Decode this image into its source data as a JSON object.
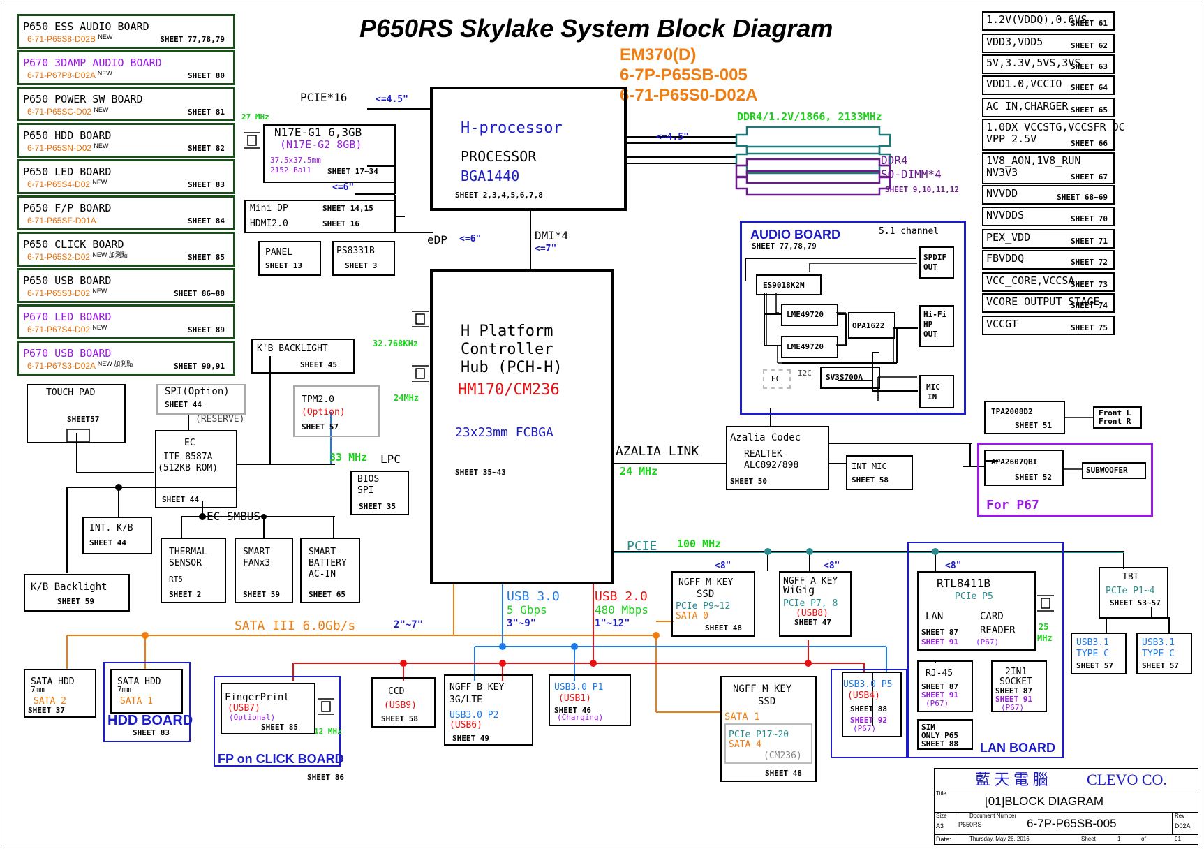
{
  "title": "P650RS Skylake System Block Diagram",
  "model_block": {
    "line1": "EM370(D)",
    "line2": "6-7P-P65SB-005",
    "line3": "6-71-P65S0-D02A"
  },
  "boards": [
    {
      "name": "P650 ESS AUDIO BOARD",
      "code": "6-71-P65S8-D02B",
      "tag": "NEW",
      "sheet": "SHEET 77,78,79",
      "purple": false
    },
    {
      "name": "P670 3DAMP AUDIO BOARD",
      "code": "6-71-P67P8-D02A",
      "tag": "NEW",
      "sheet": "SHEET 80",
      "purple": true
    },
    {
      "name": "P650 POWER SW BOARD",
      "code": "6-71-P65SC-D02",
      "tag": "NEW",
      "sheet": "SHEET 81",
      "purple": false
    },
    {
      "name": "P650 HDD BOARD",
      "code": "6-71-P65SN-D02",
      "tag": "NEW",
      "sheet": "SHEET 82",
      "purple": false
    },
    {
      "name": "P650 LED BOARD",
      "code": "6-71-P65S4-D02",
      "tag": "NEW",
      "sheet": "SHEET 83",
      "purple": false
    },
    {
      "name": "P650 F/P BOARD",
      "code": "6-71-P65SF-D01A",
      "tag": "",
      "sheet": "SHEET 84",
      "purple": false
    },
    {
      "name": "P650 CLICK BOARD",
      "code": "6-71-P65S2-D02",
      "tag": "NEW 加測點",
      "sheet": "SHEET 85",
      "purple": false
    },
    {
      "name": "P650 USB BOARD",
      "code": "6-71-P65S3-D02",
      "tag": "NEW",
      "sheet": "SHEET 86~88",
      "purple": false
    },
    {
      "name": "P670 LED BOARD",
      "code": "6-71-P67S4-D02",
      "tag": "NEW",
      "sheet": "SHEET 89",
      "purple": true
    },
    {
      "name": "P670 USB BOARD",
      "code": "6-71-P67S3-D02A",
      "tag": "NEW 加測點",
      "sheet": "SHEET 90,91",
      "purple": true
    }
  ],
  "power_sheets": [
    {
      "name": "1.2V(VDDQ),0.6VS",
      "sheet": "SHEET 61"
    },
    {
      "name": "VDD3,VDD5",
      "sheet": "SHEET 62"
    },
    {
      "name": "5V,3.3V,5VS,3VS",
      "sheet": "SHEET 63"
    },
    {
      "name": "VDD1.0,VCCIO",
      "sheet": "SHEET 64"
    },
    {
      "name": "AC_IN,CHARGER",
      "sheet": "SHEET 65"
    },
    {
      "name": "1.0DX_VCCSTG,VCCSFR_OC\nVPP 2.5V",
      "sheet": "SHEET 66"
    },
    {
      "name": "1V8_AON,1V8_RUN\nNV3V3",
      "sheet": "SHEET 67"
    },
    {
      "name": "NVVDD",
      "sheet": "SHEET 68~69"
    },
    {
      "name": "NVVDDS",
      "sheet": "SHEET 70"
    },
    {
      "name": "PEX_VDD",
      "sheet": "SHEET 71"
    },
    {
      "name": "FBVDDQ",
      "sheet": "SHEET 72"
    },
    {
      "name": "VCC_CORE,VCCSA",
      "sheet": "SHEET 73"
    },
    {
      "name": "VCORE OUTPUT STAGE",
      "sheet": "SHEET 74"
    },
    {
      "name": "VCCGT",
      "sheet": "SHEET 75"
    }
  ],
  "cpu": {
    "l1": "H-processor",
    "l2": "PROCESSOR",
    "l3": "BGA1440",
    "sheet": "SHEET 2,3,4,5,6,7,8"
  },
  "pch": {
    "l1": "H Platform",
    "l2": "Controller",
    "l3": "Hub (PCH-H)",
    "l4": "HM170/CM236",
    "l5": "23x23mm FCBGA",
    "sheet": "SHEET 35~43"
  },
  "gpu": {
    "l1": "N17E-G1 6,3GB",
    "l2": "(N17E-G2 8GB)",
    "l3": "37.5x37.5mm",
    "l4": "2152 Ball",
    "sheet": "SHEET 17~34",
    "clk": "27 MHz"
  },
  "labels": {
    "pcie16": "PCIE*16",
    "pcie16_len": "<=4.5\"",
    "ddr_len": "<=4.5\"",
    "ddr_spec": "DDR4/1.2V/1866, 2133MHz",
    "ddr_l1": "DDR4",
    "ddr_l2": "SO-DIMM*4",
    "ddr_sheet": "SHEET 9,10,11,12",
    "edp": "eDP",
    "edp_len": "<=6\"",
    "dmi": "DMI*4",
    "dmi_len": "<=7\"",
    "gpu_out_len": "<=6\"",
    "clk_rtc": "32.768KHz",
    "clk_24": "24MHz",
    "lpc_clk": "33 MHz",
    "lpc": "LPC",
    "azalia": "AZALIA LINK",
    "azalia_clk": "24 MHz",
    "pcie": "PCIE",
    "pcie_clk": "100 MHz",
    "sata": "SATA III 6.0Gb/s",
    "sata_len": "2\"~7\"",
    "usb3": "USB 3.0",
    "usb3_speed": "5 Gbps",
    "usb3_len": "3\"~9\"",
    "usb2": "USB 2.0",
    "usb2_speed": "480 Mbps",
    "usb2_len": "1\"~12\"",
    "ec_smbus": "EC SMBUS",
    "reserve": "(RESERVE)",
    "len8": "<8\"",
    "fp_clk": "12 MHz",
    "lan_clk1": "25",
    "lan_clk2": "MHz"
  },
  "small_boxes": {
    "minidp": {
      "l1": "Mini DP",
      "s1": "SHEET 14,15",
      "l2": "HDMI2.0",
      "s2": "SHEET 16"
    },
    "panel": {
      "l1": "PANEL",
      "sheet": "SHEET 13"
    },
    "ps8331": {
      "l1": "PS8331B",
      "sheet": "SHEET 3"
    },
    "kbbl": {
      "l1": "K'B BACKLIGHT",
      "sheet": "SHEET 45"
    },
    "touchpad": {
      "l1": "TOUCH PAD",
      "sheet": "SHEET57"
    },
    "spi": {
      "l1": "SPI(Option)",
      "sheet": "SHEET 44"
    },
    "tpm": {
      "l1": "TPM2.0",
      "l2": "(Option)",
      "sheet": "SHEET 57"
    },
    "ec": {
      "l1": "EC",
      "l2": "ITE 8587A",
      "l3": "(512KB ROM)",
      "sheet": "SHEET 44"
    },
    "bios": {
      "l1": "BIOS",
      "l2": "SPI",
      "sheet": "SHEET 35"
    },
    "intkb": {
      "l1": "INT. K/B",
      "sheet": "SHEET 44"
    },
    "kbbacklight": {
      "l1": "K/B Backlight",
      "sheet": "SHEET 59"
    },
    "thermal": {
      "l1": "THERMAL",
      "l2": "SENSOR",
      "l3": "RT5",
      "sheet": "SHEET 2"
    },
    "fan": {
      "l1": "SMART",
      "l2": "FANx3",
      "sheet": "SHEET 59"
    },
    "battery": {
      "l1": "SMART",
      "l2": "BATTERY",
      "l3": "AC-IN",
      "sheet": "SHEET 65"
    },
    "sata_hdd2": {
      "l1": "SATA HDD",
      "l2": "7mm",
      "l3": "SATA 2",
      "sheet": "SHEET 37"
    },
    "sata_hdd1": {
      "l1": "SATA HDD",
      "l2": "7mm",
      "l3": "SATA 1"
    },
    "hdd_board": {
      "title": "HDD BOARD",
      "sheet": "SHEET 83"
    },
    "fingerprint": {
      "l1": "FingerPrint",
      "l2": "(USB7)",
      "l3": "(Optional)",
      "sheet": "SHEET 85"
    },
    "fp_board": {
      "title": "FP on CLICK BOARD",
      "sheet": "SHEET 86"
    },
    "ccd": {
      "l1": "CCD",
      "l2": "(USB9)",
      "sheet": "SHEET 58"
    },
    "ngffb": {
      "l1": "NGFF B KEY",
      "l2": "3G/LTE",
      "l3": "USB3.0 P2",
      "l4": "(USB6)",
      "sheet": "SHEET 49"
    },
    "usb3p1": {
      "l1": "USB3.0 P1",
      "l2": "(USB1)",
      "sheet": "SHEET 46",
      "l3": "(Charging)"
    },
    "ngffm2": {
      "l1": "NGFF M KEY",
      "l2": "SSD",
      "l3": "SATA 1",
      "l4": "PCIe P17~20",
      "l5": "SATA 4",
      "l6": "(CM236)",
      "sheet": "SHEET 48"
    },
    "usb3p5": {
      "l1": "USB3.0 P5",
      "l2": "(USB4)",
      "s1": "SHEET 88",
      "s2": "SHEET 92",
      "s3": "(P67)"
    },
    "ngffm1": {
      "l1": "NGFF M KEY",
      "l2": "SSD",
      "l3": "PCIe P9~12",
      "l4": "SATA 0",
      "sheet": "SHEET 48"
    },
    "ngffa": {
      "l1": "NGFF A KEY",
      "l2": "WiGig",
      "l3": "PCIe P7, 8",
      "l4": "(USB8)",
      "sheet": "SHEET 47"
    },
    "rtl": {
      "l1": "RTL8411B",
      "l2": "PCIe P5",
      "l3": "LAN",
      "l4": "CARD",
      "l5": "READER",
      "s1": "SHEET 87",
      "s2": "SHEET 91",
      "s3": "(P67)"
    },
    "rj45": {
      "l1": "RJ-45",
      "s1": "SHEET 87",
      "s2": "SHEET 91",
      "s3": "(P67)"
    },
    "twoin1": {
      "l1": "2IN1",
      "l2": "SOCKET",
      "s1": "SHEET 87",
      "s2": "SHEET 91",
      "s3": "(P67)"
    },
    "sim": {
      "l1": "SIM",
      "l2": "ONLY P65",
      "sheet": "SHEET 88"
    },
    "lan_board": {
      "title": "LAN BOARD"
    },
    "tbt": {
      "l1": "TBT",
      "l2": "PCIe P1~4",
      "sheet": "SHEET 53~57"
    },
    "usb31a": {
      "l1": "USB3.1",
      "l2": "TYPE C",
      "sheet": "SHEET 57"
    },
    "usb31b": {
      "l1": "USB3.1",
      "l2": "TYPE C",
      "sheet": "SHEET 57"
    },
    "audio": {
      "title": "AUDIO BOARD",
      "ch": "5.1 channel",
      "sheet": "SHEET 77,78,79",
      "es": "ES9018K2M",
      "lme1": "LME49720",
      "lme2": "LME49720",
      "opa": "OPA1622",
      "spdif1": "SPDIF",
      "spdif2": "OUT",
      "hifi1": "Hi-Fi",
      "hifi2": "HP",
      "hifi3": "OUT",
      "ec": "EC",
      "i2c": "I2C",
      "sv": "SV3S700A",
      "mic1": "MIC",
      "mic2": "IN"
    },
    "codec": {
      "l1": "Azalia Codec",
      "l2": "REALTEK",
      "l3": "ALC892/898",
      "sheet": "SHEET 50"
    },
    "intmic": {
      "l1": "INT MIC",
      "sheet": "SHEET 58"
    },
    "tpa": {
      "l1": "TPA2008D2",
      "sheet": "SHEET 51"
    },
    "front": {
      "l1": "Front L",
      "l2": "Front R"
    },
    "apa": {
      "l1": "APA2607QBI",
      "sheet": "SHEET 52"
    },
    "sub": {
      "l1": "SUBWOOFER"
    },
    "forp67": {
      "l1": "For P67"
    }
  },
  "titleblock": {
    "company_cn": "藍 天 電 腦",
    "company": "CLEVO CO.",
    "title_lbl": "Title",
    "title": "[01]BLOCK DIAGRAM",
    "size_lbl": "Size",
    "size": "A3",
    "docnum_lbl": "Document Number",
    "docnum_sub": "P650RS",
    "docnum": "6-7P-P65SB-005",
    "rev_lbl": "Rev",
    "rev": "D02A",
    "date_lbl": "Date:",
    "date": "Thursday, May 26, 2016",
    "sheet_lbl": "Sheet",
    "sheet_no": "1",
    "of": "of",
    "total": "91"
  },
  "colors": {
    "orange": "#f07d10",
    "blue": "#1e78e6",
    "red": "#e81010",
    "teal": "#2a8c8c",
    "green": "#19d319",
    "purple": "#9a19e6",
    "navy": "#1c1cc8"
  }
}
